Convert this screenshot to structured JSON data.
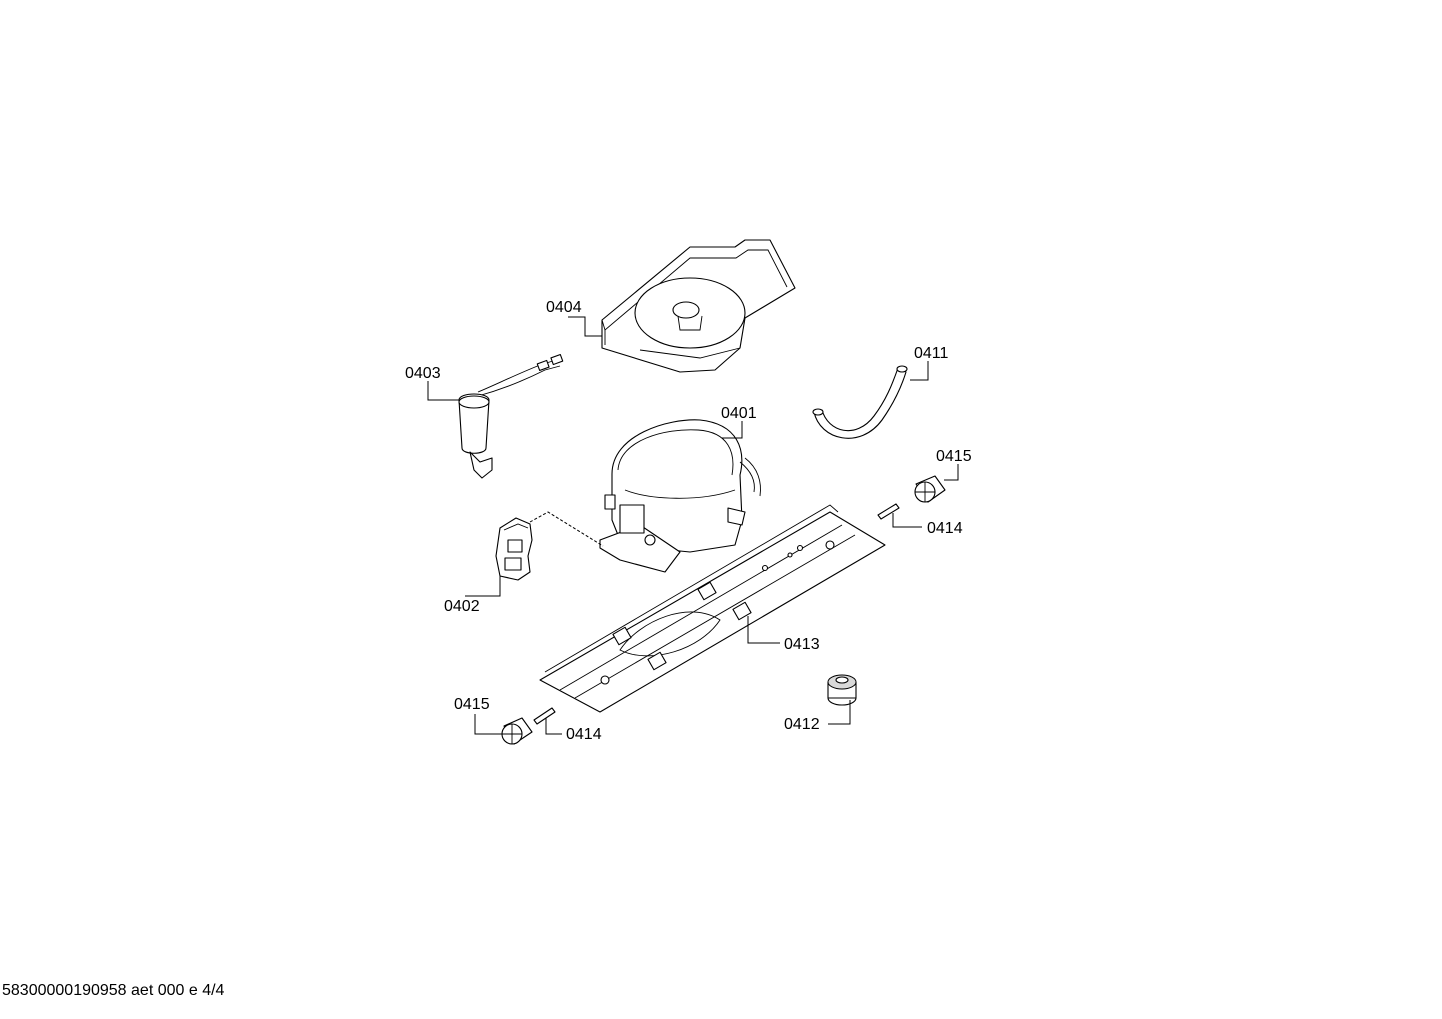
{
  "callouts": {
    "c0401": "0401",
    "c0402": "0402",
    "c0403": "0403",
    "c0404": "0404",
    "c0411": "0411",
    "c0412": "0412",
    "c0413": "0413",
    "c0414_right": "0414",
    "c0414_left": "0414",
    "c0415_right": "0415",
    "c0415_left": "0415"
  },
  "footer": {
    "document_code": "58300000190958 aet 000 e 4/4"
  }
}
